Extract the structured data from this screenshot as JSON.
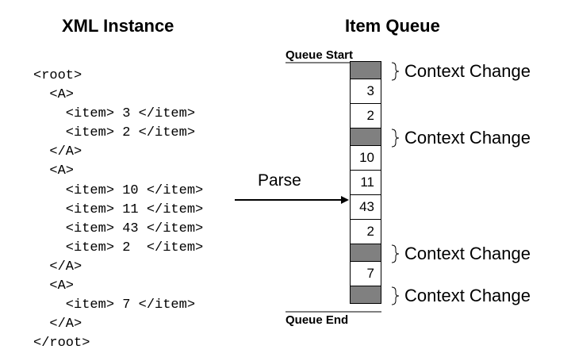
{
  "headings": {
    "xml_instance": "XML Instance",
    "item_queue": "Item Queue"
  },
  "xml_lines": [
    "<root>",
    "  <A>",
    "    <item> 3 </item>",
    "    <item> 2 </item>",
    "  </A>",
    "  <A>",
    "    <item> 10 </item>",
    "    <item> 11 </item>",
    "    <item> 43 </item>",
    "    <item> 2  </item>",
    "  </A>",
    "  <A>",
    "    <item> 7 </item>",
    "  </A>",
    "</root>"
  ],
  "parse_label": "Parse",
  "queue": {
    "start_label": "Queue Start",
    "end_label": "Queue End",
    "cells": [
      {
        "type": "context",
        "value": ""
      },
      {
        "type": "item",
        "value": "3"
      },
      {
        "type": "item",
        "value": "2"
      },
      {
        "type": "context",
        "value": ""
      },
      {
        "type": "item",
        "value": "10"
      },
      {
        "type": "item",
        "value": "11"
      },
      {
        "type": "item",
        "value": "43"
      },
      {
        "type": "item",
        "value": "2"
      },
      {
        "type": "context",
        "value": ""
      },
      {
        "type": "item",
        "value": "7"
      },
      {
        "type": "context",
        "value": ""
      }
    ],
    "context_label": "Context Change",
    "colors": {
      "context_cell": "#808080",
      "item_cell": "#ffffff"
    }
  }
}
